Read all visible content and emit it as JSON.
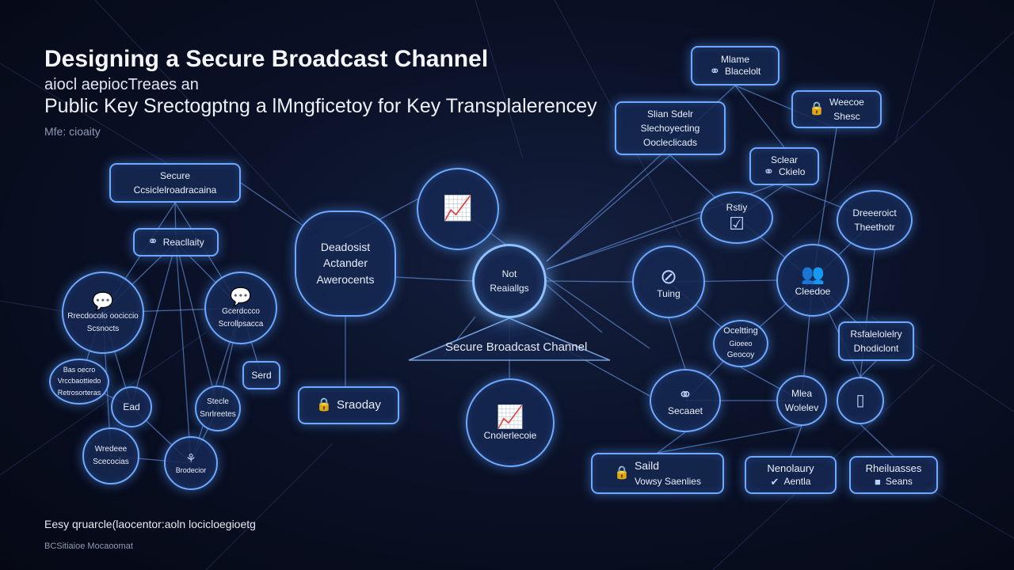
{
  "heading": {
    "title": "Designing a Secure Broadcast Channel",
    "line2": "aiocl aepiocTreaes an",
    "line3": "Public Key Srectogptng a lMngficetoy for Key Transplalerencey",
    "line4": "Mfe: cioaity"
  },
  "footer": {
    "line1": "Eesy qruarcle(laocentor:aoln locicloegioetg",
    "line2": "BCSitiaioe Mocaoomat"
  },
  "icons": {
    "lock": "lock-icon",
    "chart": "chart-icon",
    "chat": "chat-icon",
    "link": "link-icon",
    "check": "check-icon",
    "shield": "shield-icon",
    "user": "user-icon",
    "phone": "phone-icon"
  },
  "colors": {
    "background": "#060a18",
    "node_border": "#6ea8ff",
    "node_fill": "#16284f",
    "text": "#e8eefc"
  },
  "nodes": [
    {
      "id": "secure-box",
      "line1": "Secure",
      "line2": "Ccsiclelroadracaina"
    },
    {
      "id": "reactivity",
      "line1": "Reacllaity"
    },
    {
      "id": "left-circle-1",
      "line1": "Rrecdocolo oociccio",
      "line2": "Scsnocts"
    },
    {
      "id": "left-circle-2",
      "line1": "Gcerdccco",
      "line2": "Scrollpsacca"
    },
    {
      "id": "left-small-1",
      "line1": "Bas oecro",
      "line2": "Vrccbaottiedo",
      "line3": "Retrosorteras"
    },
    {
      "id": "left-small-2",
      "line1": "Ead"
    },
    {
      "id": "left-small-3",
      "line1": "Serd"
    },
    {
      "id": "left-small-4",
      "line1": "Stecle",
      "line2": "Snrlreetes"
    },
    {
      "id": "left-small-5",
      "line1": "Wredeee",
      "line2": "Scecocias"
    },
    {
      "id": "left-small-6",
      "line1": "Brodecior"
    },
    {
      "id": "broadcast-hex",
      "line1": "Deadosist",
      "line2": "Actander",
      "line3": "Awerocents"
    },
    {
      "id": "top-chart",
      "line1": ""
    },
    {
      "id": "hub",
      "line1": "Not",
      "line2": "Reaiallgs"
    },
    {
      "id": "channel-label",
      "line1": "Secure Broadcast Channel"
    },
    {
      "id": "srcuday",
      "line1": "Sraoday"
    },
    {
      "id": "bottom-chart",
      "line1": "Cnolerlecoie"
    },
    {
      "id": "top-right-1",
      "line1": "Mlame",
      "line2": "Blacelolt"
    },
    {
      "id": "top-right-2",
      "line1": "Slian Sdelr",
      "line2": "Slechoyecting",
      "line3": "Oocleclicads"
    },
    {
      "id": "top-right-3",
      "line1": "Weecoe",
      "line2": "Shesc"
    },
    {
      "id": "top-right-4",
      "line1": "Sclear",
      "line2": "Ckielo"
    },
    {
      "id": "mid-right-1",
      "line1": "Rstiy"
    },
    {
      "id": "mid-right-2",
      "line1": "Dreeeroict",
      "line2": "Theethotr"
    },
    {
      "id": "tuing",
      "line1": "Tuing"
    },
    {
      "id": "cleedoe",
      "line1": "Cleedoe"
    },
    {
      "id": "ocelting",
      "line1": "Oceltting",
      "line2": "Gioeeo",
      "line3": "Geocoy"
    },
    {
      "id": "reliability",
      "line1": "Rsfalelolelry",
      "line2": "Dhodiclont"
    },
    {
      "id": "secaaet",
      "line1": "Secaaet"
    },
    {
      "id": "mlea",
      "line1": "Mlea",
      "line2": "Wolelev"
    },
    {
      "id": "phone-circle",
      "line1": ""
    },
    {
      "id": "bottom-1",
      "line1": "Saild",
      "line2": "Vowsy Saenlies"
    },
    {
      "id": "bottom-2",
      "line1": "Nenolaury",
      "line2": "Aentla"
    },
    {
      "id": "bottom-3",
      "line1": "Rheiluasses",
      "line2": "Seans"
    }
  ]
}
